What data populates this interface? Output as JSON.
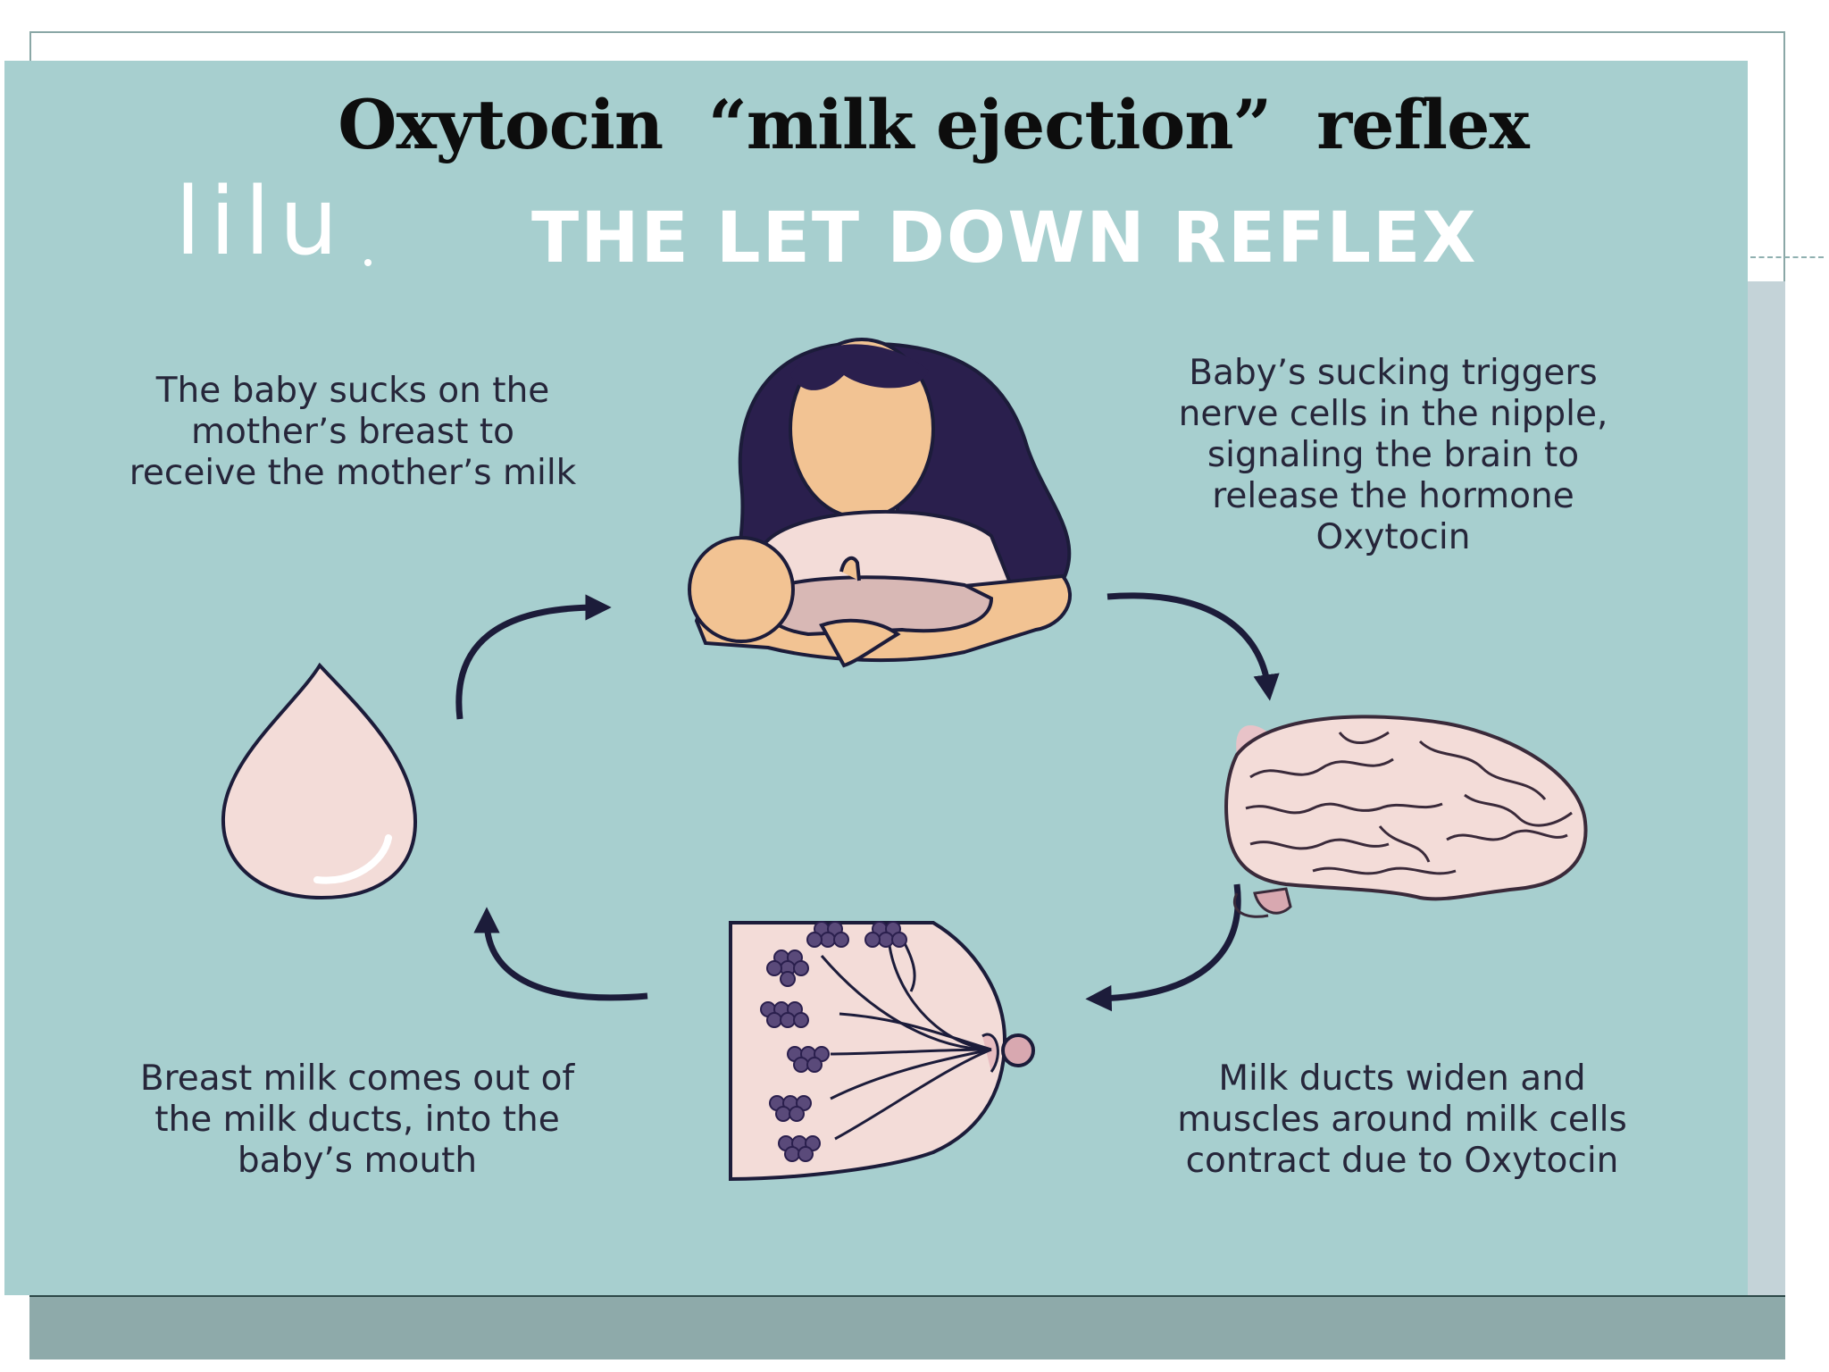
{
  "slide": {
    "title": "Oxytocin  “milk ejection”  reflex"
  },
  "infographic": {
    "brand": "lilu",
    "headline": "THE LET DOWN REFLEX",
    "steps": [
      {
        "id": "top-left",
        "lines": [
          "The baby sucks on the",
          "mother’s breast to",
          "receive the mother’s milk"
        ]
      },
      {
        "id": "top-right",
        "lines": [
          "Baby’s sucking triggers",
          "nerve cells in the nipple,",
          "signaling the brain to",
          "release the hormone",
          "Oxytocin"
        ]
      },
      {
        "id": "bottom-right",
        "lines": [
          "Milk ducts widen and",
          "muscles around milk cells",
          "contract due to Oxytocin"
        ]
      },
      {
        "id": "bottom-left",
        "lines": [
          "Breast milk comes out of",
          "the milk ducts, into the",
          "baby’s mouth"
        ]
      }
    ],
    "illustrations": [
      "mother-breastfeeding-illustration",
      "brain-illustration",
      "breast-anatomy-illustration",
      "milk-drop-illustration"
    ],
    "arrows": [
      "cycle-arrow-top-left",
      "cycle-arrow-top-right",
      "cycle-arrow-bottom-right",
      "cycle-arrow-bottom-left"
    ],
    "colors": {
      "panel": "#a7cfcf",
      "text": "#26263a",
      "arrow": "#1c1c3a",
      "hair": "#2a1f4d",
      "skin": "#f2c393",
      "pink": "#f3dcd8",
      "brain_outline": "#3a2a3a",
      "duct_cluster": "#5a4a7a"
    }
  }
}
